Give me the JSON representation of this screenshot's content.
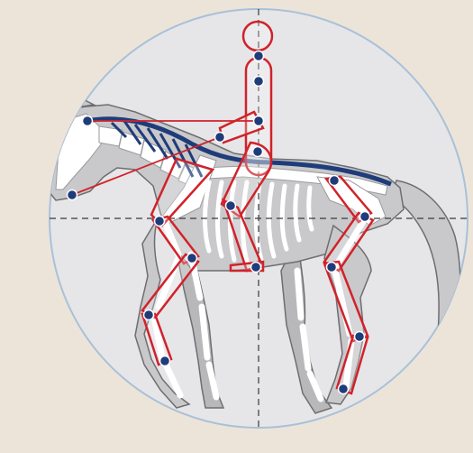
{
  "figure": {
    "colors": {
      "background": "#ede4d9",
      "circle_fill": "#e6e6e8",
      "circle_stroke": "#a9c1d8",
      "horse_body": "#c9c9cb",
      "horse_outline": "#6e6e70",
      "skeleton": "#ffffff",
      "neck_ligament": "#1f3c7a",
      "rider_frame": "#d1222a",
      "joint_marker": "#1f3c7a",
      "crosshair": "#3a3a3a"
    },
    "crosshair_style": "dashed",
    "joints": [
      "rider-head",
      "rider-neck",
      "rider-shoulder",
      "rider-elbow",
      "rider-hand",
      "rider-hip",
      "rider-knee",
      "rider-ankle",
      "horse-mouth",
      "fore-shoulder",
      "fore-elbow",
      "fore-knee",
      "fore-fetlock",
      "fore-hoof",
      "hind-hip",
      "hind-stifle",
      "hind-hock",
      "hind-fetlock",
      "hind-hoof"
    ]
  }
}
